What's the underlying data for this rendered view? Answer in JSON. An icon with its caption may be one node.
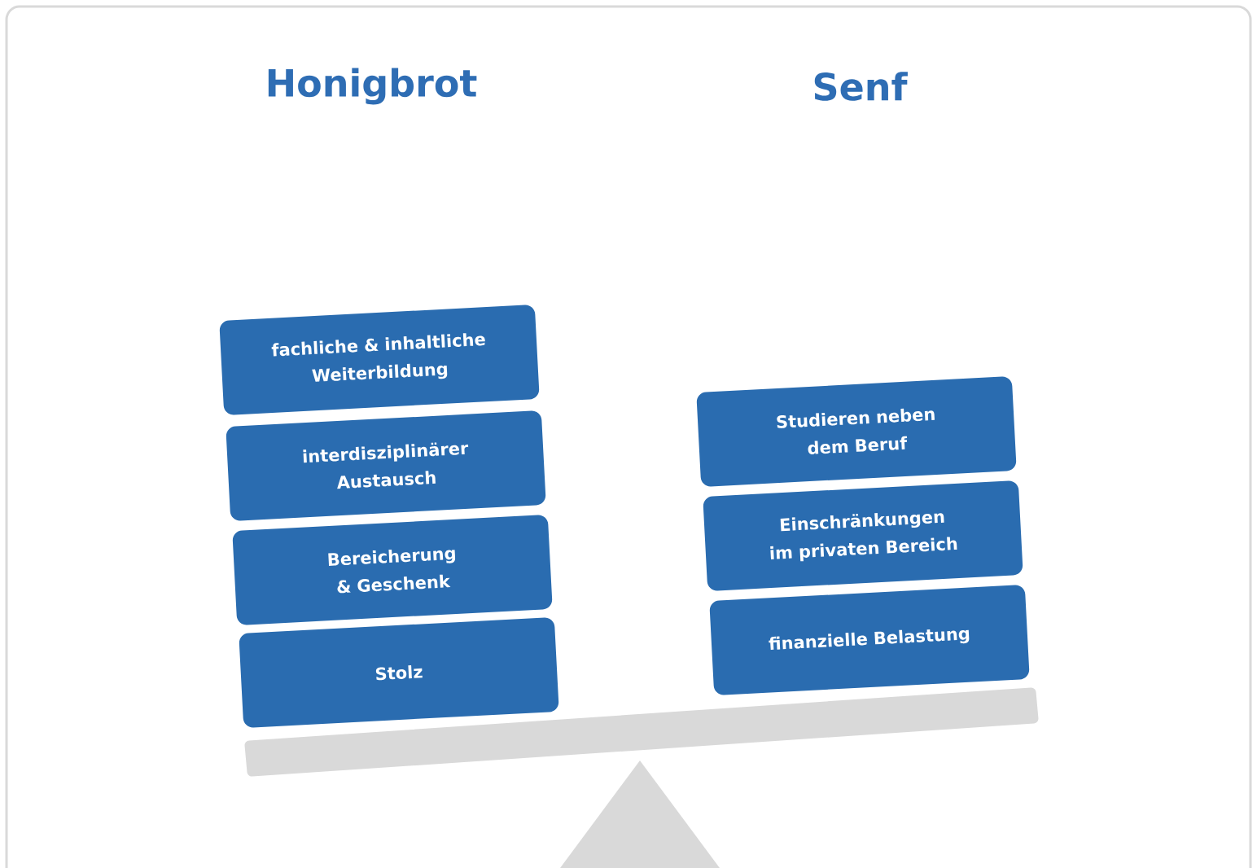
{
  "diagram": {
    "nodes": [
      {
        "text": [
          "fachliche & inhaltliche Weiterbildung"
        ]
      },
      {
        "text": [
          "interdisziplinärer Austausch"
        ]
      },
      {
        "text": [
          "Bereicherung & Geschenk"
        ]
      },
      {
        "text": [
          "Stolz"
        ]
      },
      {
        "text": [
          "Studieren neben dem Beruf"
        ]
      },
      {
        "text": [
          "Einschränkungen im privaten Bereich"
        ]
      },
      {
        "text": [
          "finanzielle Belastung"
        ]
      }
    ],
    "labels": [
      "Honigbrot",
      "Senf"
    ]
  }
}
